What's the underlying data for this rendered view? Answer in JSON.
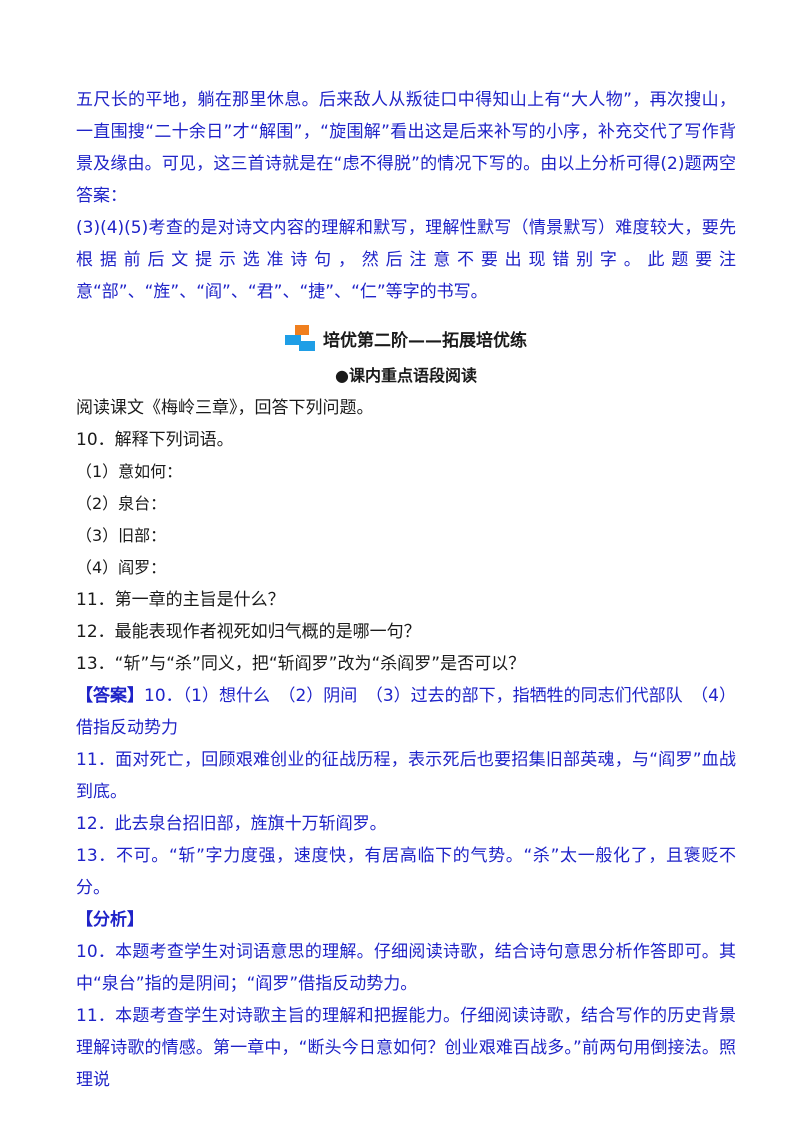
{
  "top_analysis": {
    "p1": "五尺长的平地，躺在那里休息。后来敌人从叛徒口中得知山上有“大人物”，再次搜山，一直围搜“二十余日”才“解围”，“旋围解”看出这是后来补写的小序，补充交代了写作背景及缘由。可见，这三首诗就是在“虑不得脱”的情况下写的。由以上分析可得(2)题两空答案：",
    "p2": "(3)(4)(5)考查的是对诗文内容的理解和默写，理解性默写（情景默写）难度较大，要先根据前后文提示选准诗句，然后注意不要出现错别字。此题要注意“部”、“旌”、“阎”、“君”、“捷”、“仁”等字的书写。"
  },
  "stage": {
    "title": "培优第二阶——拓展培优练"
  },
  "section": {
    "title": "●课内重点语段阅读"
  },
  "questions": {
    "intro": "阅读课文《梅岭三章》，回答下列问题。",
    "q10": "10．解释下列词语。",
    "q10_items": [
      "（1）意如何：",
      "（2）泉台：",
      "（3）旧部：",
      "（4）阎罗："
    ],
    "q11": "11．第一章的主旨是什么？",
    "q12": "12．最能表现作者视死如归气概的是哪一句？",
    "q13": "13．“斩”与“杀”同义，把“斩阎罗”改为“杀阎罗”是否可以？"
  },
  "answer": {
    "label": "【答案】",
    "a10": "10．（1）想什么　（2）阴间　（3）过去的部下，指牺牲的同志们代部队　（4）借指反动势力",
    "a11": "11．面对死亡，回顾艰难创业的征战历程，表示死后也要招集旧部英魂，与“阎罗”血战到底。",
    "a12": "12．此去泉台招旧部，旌旗十万斩阎罗。",
    "a13": "13．不可。“斩”字力度强，速度快，有居高临下的气势。“杀”太一般化了，且褒贬不分。"
  },
  "analysis": {
    "label": "【分析】",
    "p10": "10．本题考查学生对词语意思的理解。仔细阅读诗歌，结合诗句意思分析作答即可。其中“泉台”指的是阴间；“阎罗”借指反动势力。",
    "p11": "11．本题考查学生对诗歌主旨的理解和把握能力。仔细阅读诗歌，结合写作的历史背景理解诗歌的情感。第一章中，“断头今日意如何？创业艰难百战多。”前两句用倒接法。照理说"
  },
  "colors": {
    "answer_blue": "#1f23c8",
    "logo_orange": "#f07f1e",
    "logo_blue": "#1f9ee6"
  }
}
